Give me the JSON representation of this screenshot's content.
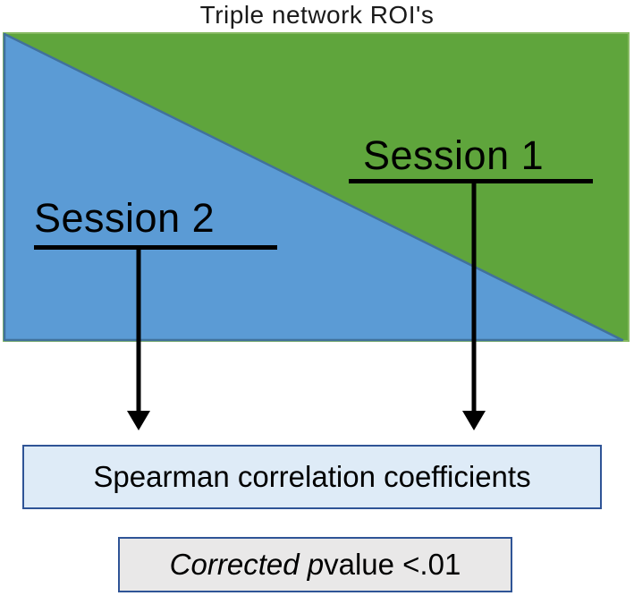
{
  "figure": {
    "title": "Triple network ROI's"
  },
  "matrix": {
    "session1_label": "Session 1",
    "session2_label": "Session 2"
  },
  "results": {
    "spearman_label": "Spearman correlation coefficients",
    "corrected_italic_part": "Corrected p",
    "corrected_regular_part": " value <.01"
  },
  "colors": {
    "green_region": "#5FA53C",
    "green_region_edge": "#86B961",
    "blue_region": "#5B9BD5",
    "blue_region_border": "#41719C",
    "line_black": "#000000",
    "spearman_fill": "#DEEBF7",
    "corrected_fill": "#E9E8E8",
    "box_border": "#2F5496"
  }
}
